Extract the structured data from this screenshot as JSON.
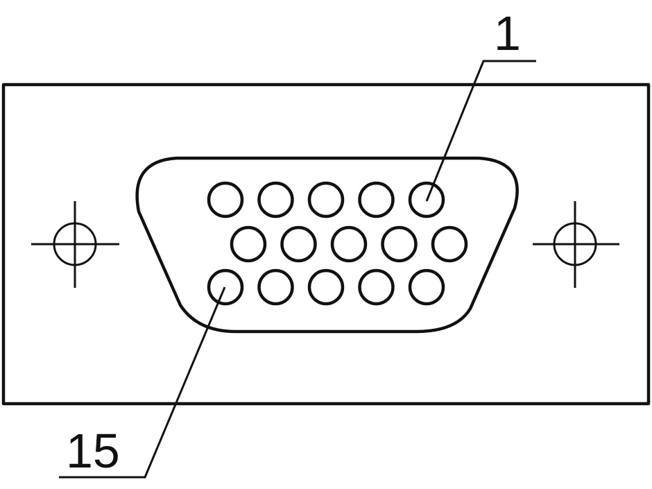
{
  "diagram": {
    "labels": {
      "pin_first": "1",
      "pin_last": "15"
    },
    "pin_rows": [
      5,
      5,
      5
    ],
    "stroke_color": "#111111",
    "background_color": "#ffffff"
  }
}
